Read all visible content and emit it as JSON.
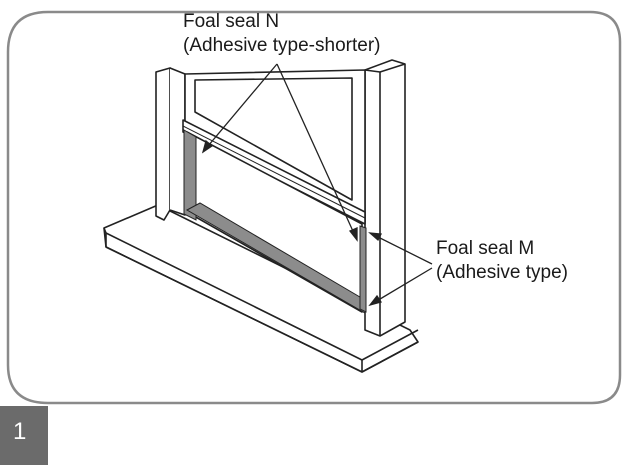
{
  "step": {
    "number": "1"
  },
  "callouts": {
    "foam_seal_n": {
      "line1": "Foal seal N",
      "line2": "(Adhesive type-shorter)"
    },
    "foam_seal_m": {
      "line1": "Foal seal M",
      "line2": "(Adhesive type)"
    }
  },
  "colors": {
    "panel_border": "#8a8a8a",
    "seal": "#8c8c8c",
    "line": "#222222",
    "step_tab": "#6b6b6b"
  }
}
